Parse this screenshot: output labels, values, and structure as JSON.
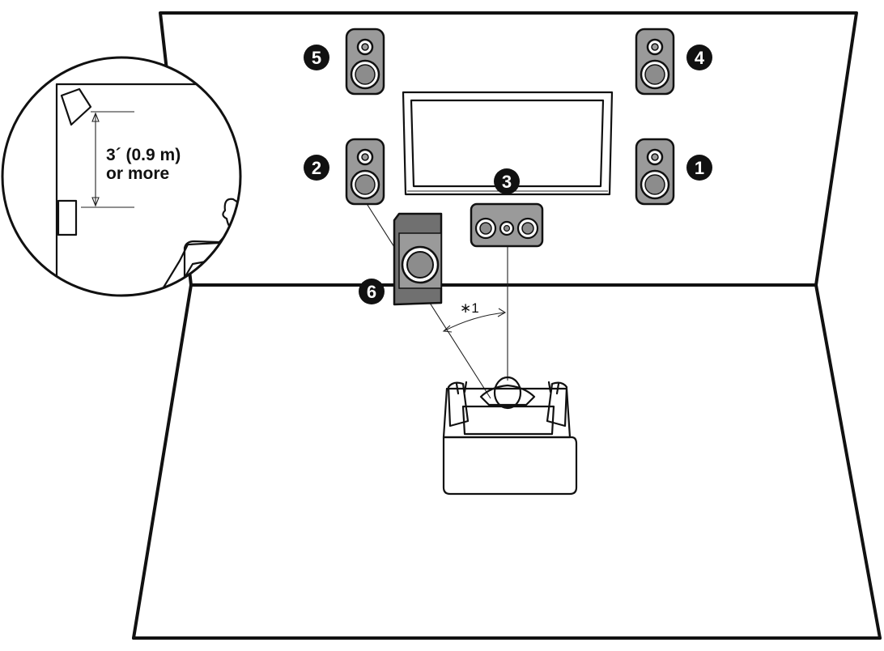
{
  "speakers": [
    {
      "id": "front-right",
      "label": "1"
    },
    {
      "id": "front-left",
      "label": "2"
    },
    {
      "id": "center",
      "label": "3"
    },
    {
      "id": "height-right",
      "label": "4"
    },
    {
      "id": "height-left",
      "label": "5"
    },
    {
      "id": "subwoofer",
      "label": "6"
    }
  ],
  "inset": {
    "height_line1": "3´ (0.9 m)",
    "height_line2": "or more"
  },
  "angle_note": "∗1",
  "colors": {
    "line": "#111111",
    "speaker_body": "#9a9a9a",
    "speaker_dark": "#707070",
    "badge": "#111111",
    "tv_face": "#ffffff"
  }
}
